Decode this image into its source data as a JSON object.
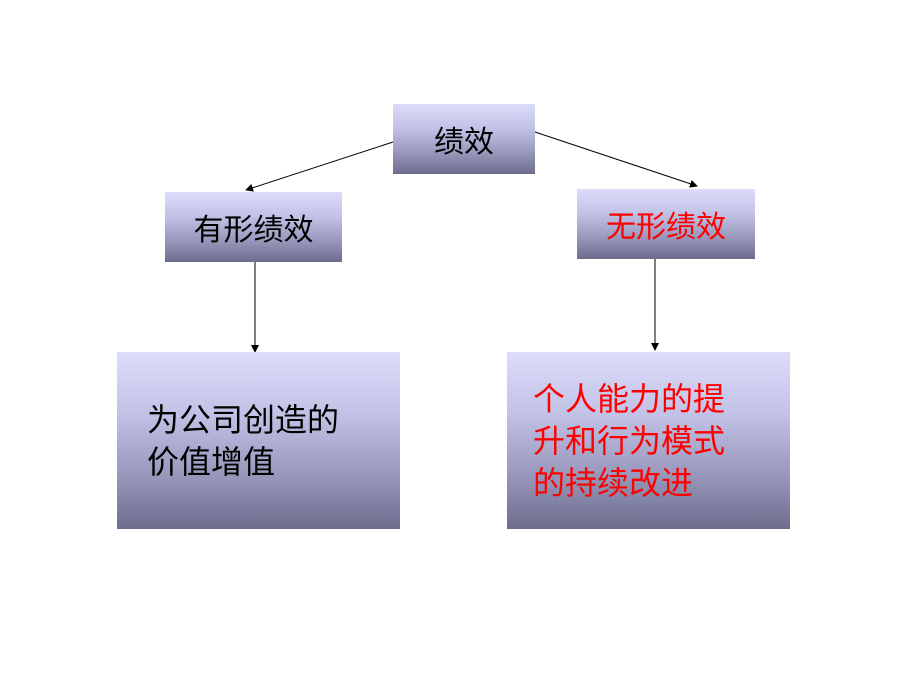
{
  "root": {
    "label": "绩效"
  },
  "left": {
    "title": "有形绩效",
    "description": "为公司创造的\n价值增值"
  },
  "right": {
    "title": "无形绩效",
    "description": "个人能力的提\n升和行为模式\n的持续改进"
  },
  "colors": {
    "highlight": "#ff0000",
    "text": "#000000",
    "box_top": "#dcdcfb",
    "box_bottom": "#6c6c8c"
  }
}
